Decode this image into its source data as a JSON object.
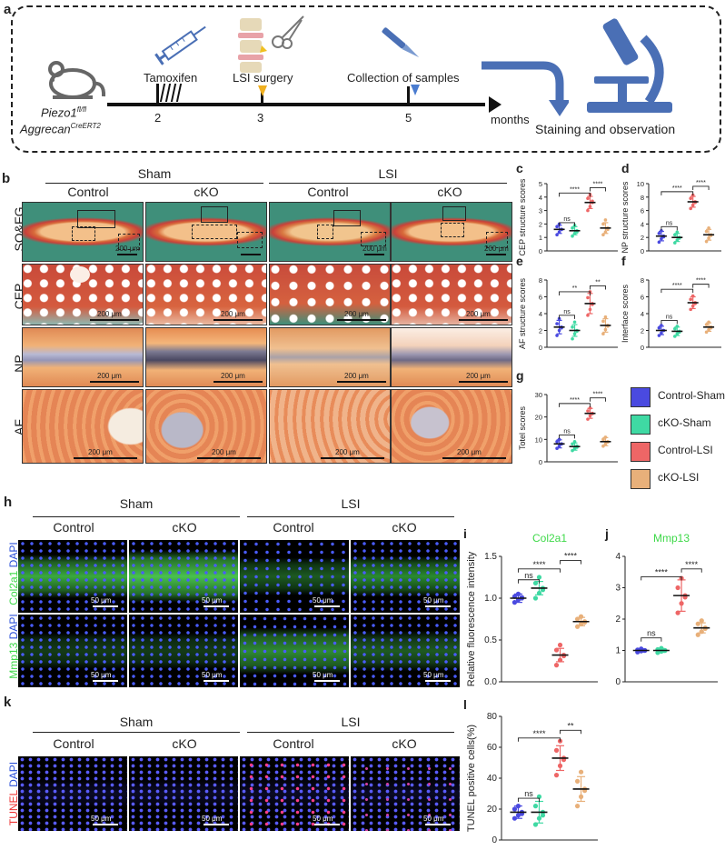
{
  "panel_a": {
    "label": "a",
    "mouse_line1": "Piezo1",
    "mouse_sup1": "fl/fl",
    "mouse_line2": "Aggrecan",
    "mouse_sup2": "CreERT2",
    "tamoxifen": "Tamoxifen",
    "surgery": "LSI surgery",
    "collection": "Collection of samples",
    "tick_2": "2",
    "tick_3": "3",
    "tick_5": "5",
    "months": "months",
    "staining": "Staining and observation"
  },
  "panel_b": {
    "label": "b",
    "group_sham": "Sham",
    "group_lsi": "LSI",
    "col_labels": [
      "Control",
      "cKO",
      "Control",
      "cKO"
    ],
    "row_labels": [
      "SO&FG",
      "CEP",
      "NP",
      "AF"
    ],
    "scale_bar": "200 μm"
  },
  "panel_h": {
    "label": "h",
    "group_sham": "Sham",
    "group_lsi": "LSI",
    "col_labels": [
      "Control",
      "cKO",
      "Control",
      "cKO"
    ],
    "row1_marker": "Col2a1",
    "row2_marker": "Mmp13",
    "dapi": "DAPI",
    "scale_bar": "50 μm"
  },
  "panel_k": {
    "label": "k",
    "group_sham": "Sham",
    "group_lsi": "LSI",
    "col_labels": [
      "Control",
      "cKO",
      "Control",
      "cKO"
    ],
    "marker": "TUNEL",
    "dapi": "DAPI",
    "scale_bar": "50 μm"
  },
  "legend": {
    "items": [
      {
        "name": "Control-Sham",
        "color": "#4a4ae0"
      },
      {
        "name": "cKO-Sham",
        "color": "#3fd9a3"
      },
      {
        "name": "Control-LSI",
        "color": "#ee6666"
      },
      {
        "name": "cKO-LSI",
        "color": "#e8b07a"
      }
    ]
  },
  "chart_data": [
    {
      "id": "c",
      "type": "scatter",
      "panel_label": "c",
      "ylabel": "CEP structure scores",
      "ylim": [
        0,
        5
      ],
      "yticks": [
        0,
        1,
        2,
        3,
        4,
        5
      ],
      "means": [
        1.6,
        1.5,
        3.6,
        1.7
      ],
      "sd": [
        0.3,
        0.3,
        0.45,
        0.4
      ],
      "points": [
        [
          1.2,
          1.4,
          1.6,
          1.8,
          2.0,
          1.6
        ],
        [
          1.1,
          1.3,
          1.5,
          1.7,
          1.9,
          1.4
        ],
        [
          3.0,
          3.3,
          3.6,
          3.9,
          4.2,
          3.7
        ],
        [
          1.2,
          1.4,
          1.7,
          2.0,
          2.3,
          1.6
        ]
      ],
      "sig": [
        {
          "from": 0,
          "to": 1,
          "text": "ns",
          "level": 2.1
        },
        {
          "from": 0,
          "to": 2,
          "text": "****",
          "level": 4.3
        },
        {
          "from": 2,
          "to": 3,
          "text": "****",
          "level": 4.7
        }
      ]
    },
    {
      "id": "d",
      "type": "scatter",
      "panel_label": "d",
      "ylabel": "NP structure scores",
      "ylim": [
        0,
        10
      ],
      "yticks": [
        0,
        2,
        4,
        6,
        8,
        10
      ],
      "means": [
        2.2,
        2.0,
        7.3,
        2.4
      ],
      "sd": [
        0.7,
        0.6,
        0.8,
        0.8
      ],
      "points": [
        [
          1.3,
          1.8,
          2.2,
          2.6,
          3.0,
          2.1
        ],
        [
          1.2,
          1.6,
          2.0,
          2.4,
          2.8,
          1.9
        ],
        [
          6.3,
          6.8,
          7.3,
          7.8,
          8.3,
          7.2
        ],
        [
          1.4,
          1.9,
          2.4,
          2.9,
          3.4,
          2.3
        ]
      ],
      "sig": [
        {
          "from": 0,
          "to": 1,
          "text": "ns",
          "level": 3.6
        },
        {
          "from": 0,
          "to": 2,
          "text": "****",
          "level": 8.8
        },
        {
          "from": 2,
          "to": 3,
          "text": "****",
          "level": 9.6
        }
      ]
    },
    {
      "id": "e",
      "type": "scatter",
      "panel_label": "e",
      "ylabel": "AF structure scores",
      "ylim": [
        0,
        8
      ],
      "yticks": [
        0,
        2,
        4,
        6,
        8
      ],
      "means": [
        2.4,
        2.0,
        5.2,
        2.6
      ],
      "sd": [
        0.8,
        0.7,
        1.2,
        0.8
      ],
      "points": [
        [
          1.4,
          2.0,
          2.4,
          2.8,
          3.4,
          2.3
        ],
        [
          1.0,
          1.6,
          2.0,
          2.4,
          3.0,
          1.9
        ],
        [
          3.8,
          4.5,
          5.2,
          5.9,
          6.6,
          5.1
        ],
        [
          1.6,
          2.1,
          2.6,
          3.1,
          3.6,
          2.5
        ]
      ],
      "sig": [
        {
          "from": 0,
          "to": 1,
          "text": "ns",
          "level": 3.8
        },
        {
          "from": 0,
          "to": 2,
          "text": "**",
          "level": 6.6
        },
        {
          "from": 2,
          "to": 3,
          "text": "**",
          "level": 7.3
        }
      ]
    },
    {
      "id": "f",
      "type": "scatter",
      "panel_label": "f",
      "ylabel": "Interface scores",
      "ylim": [
        0,
        8
      ],
      "yticks": [
        0,
        2,
        4,
        6,
        8
      ],
      "means": [
        2.0,
        1.9,
        5.3,
        2.4
      ],
      "sd": [
        0.5,
        0.5,
        0.7,
        0.5
      ],
      "points": [
        [
          1.4,
          1.7,
          2.0,
          2.3,
          2.6,
          2.0
        ],
        [
          1.3,
          1.6,
          1.9,
          2.2,
          2.5,
          1.8
        ],
        [
          4.5,
          4.9,
          5.3,
          5.7,
          6.1,
          5.2
        ],
        [
          1.8,
          2.1,
          2.4,
          2.7,
          3.0,
          2.3
        ]
      ],
      "sig": [
        {
          "from": 0,
          "to": 1,
          "text": "ns",
          "level": 3.2
        },
        {
          "from": 0,
          "to": 2,
          "text": "****",
          "level": 6.9
        },
        {
          "from": 2,
          "to": 3,
          "text": "****",
          "level": 7.5
        }
      ]
    },
    {
      "id": "g",
      "type": "scatter",
      "panel_label": "g",
      "ylabel": "Totel scores",
      "ylim": [
        0,
        30
      ],
      "yticks": [
        0,
        10,
        20,
        30
      ],
      "means": [
        8.0,
        6.8,
        21.6,
        9.0
      ],
      "sd": [
        1.8,
        1.6,
        2.2,
        1.8
      ],
      "points": [
        [
          6,
          7,
          8,
          9,
          10,
          8
        ],
        [
          5,
          6,
          7,
          8,
          9,
          6.5
        ],
        [
          19,
          20.5,
          21.6,
          22.7,
          24,
          21.5
        ],
        [
          7,
          8,
          9,
          10,
          11,
          8.8
        ]
      ],
      "sig": [
        {
          "from": 0,
          "to": 1,
          "text": "ns",
          "level": 12
        },
        {
          "from": 0,
          "to": 2,
          "text": "****",
          "level": 26
        },
        {
          "from": 2,
          "to": 3,
          "text": "****",
          "level": 28.5
        }
      ]
    },
    {
      "id": "i",
      "type": "scatter",
      "panel_label": "i",
      "title": "Col2a1",
      "ylabel": "Relative fluorescence intensity",
      "ylim": [
        0,
        1.5
      ],
      "yticks": [
        0.0,
        0.5,
        1.0,
        1.5
      ],
      "means": [
        1.0,
        1.12,
        0.32,
        0.72
      ],
      "sd": [
        0.05,
        0.08,
        0.08,
        0.05
      ],
      "points": [
        [
          0.95,
          0.98,
          1.0,
          1.02,
          1.05,
          1.01
        ],
        [
          1.0,
          1.06,
          1.12,
          1.18,
          1.25,
          1.1
        ],
        [
          0.2,
          0.26,
          0.32,
          0.38,
          0.44,
          0.31
        ],
        [
          0.66,
          0.69,
          0.72,
          0.75,
          0.78,
          0.71
        ]
      ],
      "sig": [
        {
          "from": 0,
          "to": 1,
          "text": "ns",
          "level": 1.22
        },
        {
          "from": 0,
          "to": 2,
          "text": "****",
          "level": 1.35
        },
        {
          "from": 2,
          "to": 3,
          "text": "****",
          "level": 1.45
        }
      ]
    },
    {
      "id": "j",
      "type": "scatter",
      "panel_label": "j",
      "title": "Mmp13",
      "ylabel": "",
      "ylim": [
        0,
        4
      ],
      "yticks": [
        0,
        1,
        2,
        3,
        4
      ],
      "means": [
        1.0,
        1.0,
        2.75,
        1.72
      ],
      "sd": [
        0.05,
        0.06,
        0.5,
        0.16
      ],
      "points": [
        [
          0.95,
          0.98,
          1.0,
          1.02,
          1.05,
          1.0
        ],
        [
          0.93,
          0.97,
          1.0,
          1.03,
          1.07,
          1.0
        ],
        [
          2.2,
          2.5,
          2.75,
          3.0,
          3.3,
          2.7
        ],
        [
          1.5,
          1.6,
          1.72,
          1.85,
          1.95,
          1.7
        ]
      ],
      "sig": [
        {
          "from": 0,
          "to": 1,
          "text": "ns",
          "level": 1.4
        },
        {
          "from": 0,
          "to": 2,
          "text": "****",
          "level": 3.35
        },
        {
          "from": 2,
          "to": 3,
          "text": "****",
          "level": 3.6
        }
      ]
    },
    {
      "id": "l",
      "type": "scatter",
      "panel_label": "l",
      "ylabel": "TUNEL positive cells(%)",
      "ylim": [
        0,
        80
      ],
      "yticks": [
        0,
        20,
        40,
        60,
        80
      ],
      "means": [
        18,
        18,
        53,
        33
      ],
      "sd": [
        4,
        7,
        8,
        8
      ],
      "points": [
        [
          14,
          16,
          18,
          20,
          22,
          17
        ],
        [
          10,
          14,
          18,
          22,
          28,
          16
        ],
        [
          42,
          48,
          53,
          58,
          64,
          52
        ],
        [
          22,
          28,
          33,
          38,
          44,
          32
        ]
      ],
      "sig": [
        {
          "from": 0,
          "to": 1,
          "text": "ns",
          "level": 27
        },
        {
          "from": 0,
          "to": 2,
          "text": "****",
          "level": 66
        },
        {
          "from": 2,
          "to": 3,
          "text": "**",
          "level": 71
        }
      ]
    }
  ]
}
